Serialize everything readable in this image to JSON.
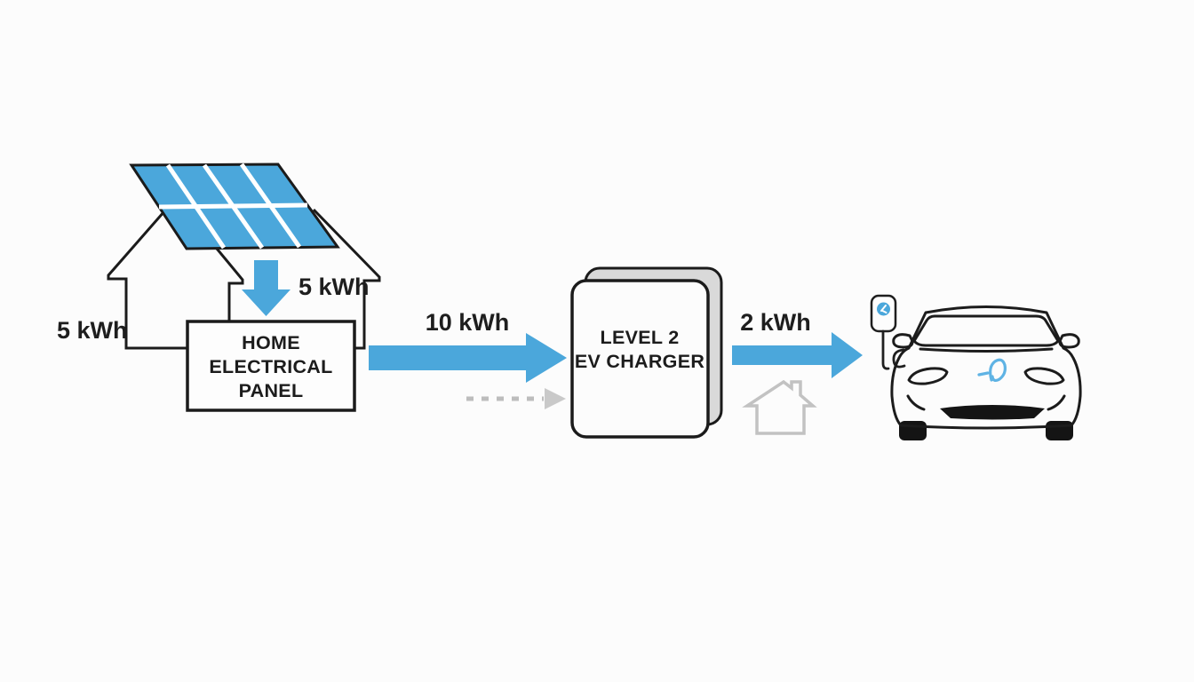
{
  "flows": {
    "left_house": "5 kWh",
    "solar_to_panel": "5 kWh",
    "panel_to_charger": "10 kWh",
    "charger_to_car": "2 kWh"
  },
  "nodes": {
    "home_panel": {
      "line1": "HOME",
      "line2": "ELECTRICAL",
      "line3": "PANEL"
    },
    "ev_charger": {
      "line1": "LEVEL 2",
      "line2": "EV CHARGER"
    }
  },
  "colors": {
    "flow_blue": "#4BA7DB",
    "solar_cell_blue": "#4BA7DB",
    "charger_side_gray": "#D9D9D9",
    "house_icon_gray": "#C2C2C2",
    "dashed_arrow_gray": "#BDBDBD",
    "dashed_head_gray": "#C9C9C9",
    "outline_black": "#1B1B1B",
    "logo_blue": "#5FB3E4"
  }
}
